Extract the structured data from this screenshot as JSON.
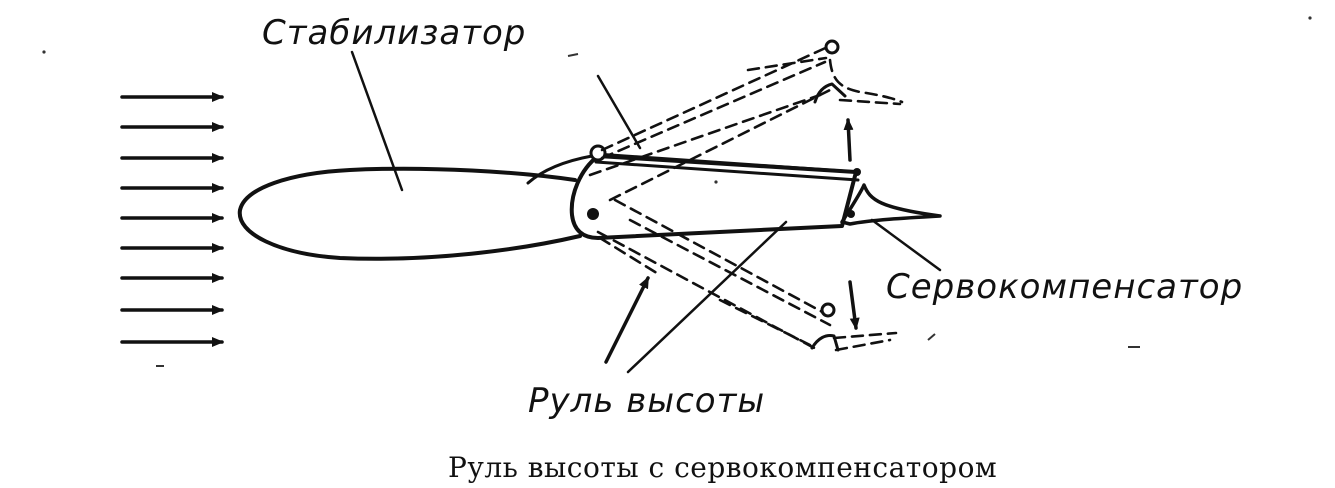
{
  "labels": {
    "stabilizer": "Стабилизатор",
    "servo_tab": "Сервокомпенсатор",
    "elevator": "Руль высоты"
  },
  "caption": "Руль высоты с сервокомпенсатором"
}
